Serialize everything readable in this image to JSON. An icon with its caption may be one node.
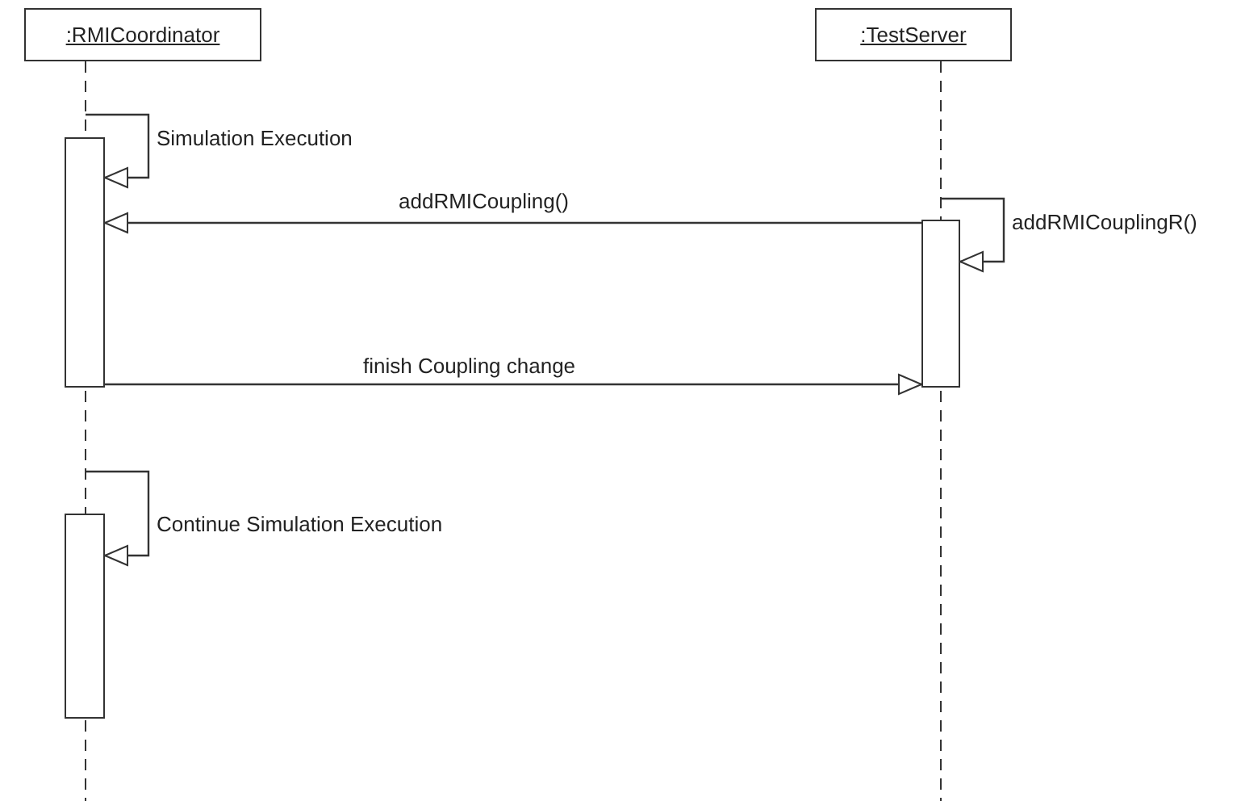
{
  "diagram": {
    "nodes": [
      {
        "text": [
          ":RMICoordinator"
        ]
      },
      {
        "text": [
          ":TestServer"
        ]
      },
      {
        "text": [],
        "shape": "bar"
      },
      {
        "text": [],
        "shape": "bar"
      },
      {
        "text": [],
        "shape": "bar"
      }
    ],
    "edges": [
      {
        "from": null,
        "to": 2,
        "label": "Simulation Execution",
        "arrow": "to"
      },
      {
        "from": 3,
        "to": 2,
        "label": "addRMICoupling()",
        "arrow": "to"
      },
      {
        "from": null,
        "to": 3,
        "label": "addRMICouplingR()",
        "arrow": "to"
      },
      {
        "from": 2,
        "to": 3,
        "label": "finish Coupling change",
        "arrow": "to"
      },
      {
        "from": null,
        "to": 4,
        "label": "Continue Simulation Execution",
        "arrow": "to"
      }
    ]
  }
}
